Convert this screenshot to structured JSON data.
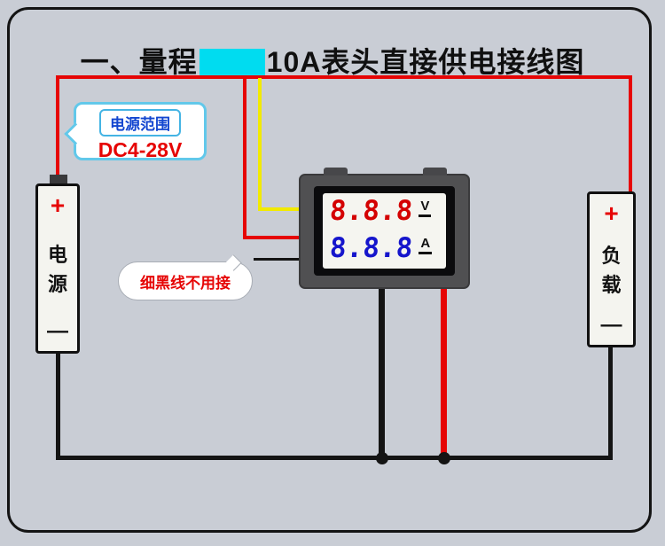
{
  "title": {
    "prefix": "一、量程",
    "suffix": "10A表头直接供电接线图"
  },
  "meter": {
    "voltage": {
      "value": "8.8.8",
      "unit": "V"
    },
    "current": {
      "value": "8.8.8",
      "unit": "A"
    }
  },
  "battery": {
    "positive": "+",
    "negative": "—",
    "name_chars": [
      "电",
      "源"
    ]
  },
  "load": {
    "positive": "+",
    "negative": "—",
    "name_chars": [
      "负",
      "载"
    ]
  },
  "callouts": {
    "power_range": {
      "label": "电源范围",
      "value": "DC4-28V"
    },
    "thin_black_wire": {
      "text": "细黑线不用接"
    }
  },
  "colors": {
    "background": "#c9cdd5",
    "wire_red": "#e60505",
    "wire_yellow": "#f2ea00",
    "wire_black": "#141414",
    "title_highlight": "#00dcf0",
    "digit_red": "#d40202",
    "digit_blue": "#1515cc",
    "callout_border": "#62c8ea",
    "label_blue": "#1346d0"
  }
}
